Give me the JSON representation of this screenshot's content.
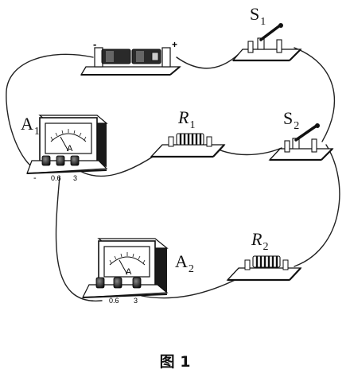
{
  "labels": {
    "s1": {
      "letter": "S",
      "sub": "1"
    },
    "s2": {
      "letter": "S",
      "sub": "2"
    },
    "r1": {
      "letter": "R",
      "sub": "1"
    },
    "r2": {
      "letter": "R",
      "sub": "2"
    },
    "a1": {
      "letter": "A",
      "sub": "1"
    },
    "a2": {
      "letter": "A",
      "sub": "2"
    }
  },
  "battery": {
    "minus": "-",
    "plus": "+"
  },
  "meters": {
    "a1": {
      "face_unit": "A",
      "term_minus": "-",
      "term_06": "0.6",
      "term_3": "3"
    },
    "a2": {
      "face_unit": "A",
      "term_minus": "-",
      "term_06": "0.6",
      "term_3": "3"
    }
  },
  "caption": "图 1"
}
